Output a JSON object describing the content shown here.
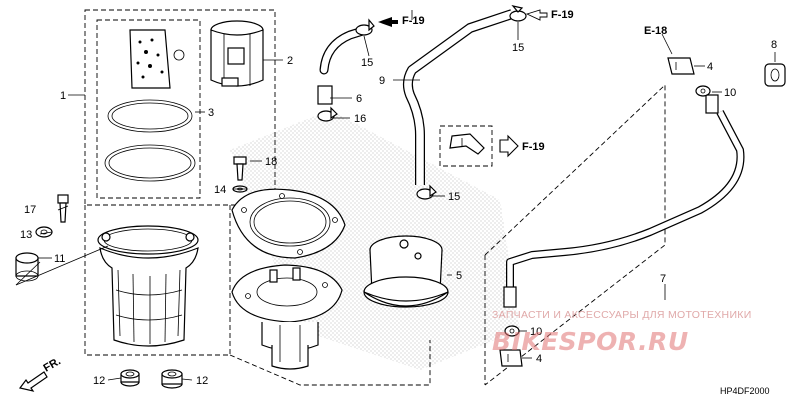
{
  "diagram_code": "HP4DF2000",
  "watermark": {
    "line1": "ЗАПЧАСТИ И АКСЕССУАРЫ ДЛЯ МОТОТЕХНИКИ",
    "line2": "BIKESPOR.RU"
  },
  "refs": {
    "f19_top_left": "F-19",
    "f19_top_right": "F-19",
    "f19_clip": "F-19",
    "fr": "FR.",
    "e18": "E-18"
  },
  "parts": {
    "p1": "1",
    "p2": "2",
    "p3": "3",
    "p4a": "4",
    "p4b": "4",
    "p5": "5",
    "p6": "6",
    "p7": "7",
    "p8": "8",
    "p9": "9",
    "p10a": "10",
    "p10b": "10",
    "p11": "11",
    "p12a": "12",
    "p12b": "12",
    "p13": "13",
    "p14": "14",
    "p15a": "15",
    "p15b": "15",
    "p15c": "15",
    "p16": "16",
    "p17": "17",
    "p18": "18"
  },
  "colors": {
    "line": "#000000",
    "stipple": "#8a8a8a",
    "watermark_line1": "#e0a9a9",
    "watermark_line2": "#e07272"
  }
}
